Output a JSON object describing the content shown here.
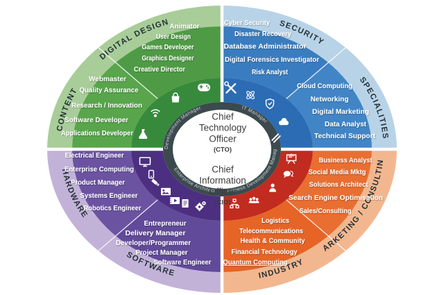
{
  "center_circle": {
    "cto": {
      "lines": [
        "Chief",
        "Technology",
        "Officer"
      ],
      "abbr": "(CTO)"
    },
    "cio": {
      "lines": [
        "Chief",
        "Information",
        "Officer"
      ],
      "abbr": "(CIO)"
    }
  },
  "management_ring": {
    "top_left": "Development Manager",
    "top_right": "IT Manager",
    "bottom_left": "Enterprise Architect",
    "bottom_right": "Business Development Manager"
  },
  "quadrants": {
    "digital_design": {
      "label": "DIGITAL DESIGN",
      "items": [
        "Animator",
        "User Design",
        "Games Developer",
        "Graphics Designer",
        "Creative Director"
      ]
    },
    "content": {
      "label": "CONTENT",
      "items": [
        "Webmaster",
        "Quality Assurance",
        "Research / Innovation",
        "Software Developer",
        "Applications Developer"
      ]
    },
    "security": {
      "label": "SECURITY",
      "items": [
        "Cyber Security",
        "Disaster Recovery",
        "Database Administrator",
        "Digital Forensics Investigator",
        "Risk Analyst"
      ]
    },
    "specialities": {
      "label": "SPECIALITIES",
      "items": [
        "Cloud Computing",
        "Networking",
        "Digital Marketing",
        "Data Analyst",
        "Technical Support"
      ]
    },
    "hardware": {
      "label": "HARDWARE",
      "items": [
        "Electrical Engineer",
        "Enterprise Computing",
        "Product Manager",
        "Systems Engineer",
        "Robotics Engineer"
      ]
    },
    "software": {
      "label": "SOFTWARE",
      "items": [
        "Entrepreneur",
        "Delivery Manager",
        "Developer/Programmer",
        "Project Manager",
        "Software Engineer"
      ]
    },
    "marketing_consulting": {
      "label": "MARKETING / CONSULTING",
      "items": [
        "Business Analyst",
        "Social Media Mktg",
        "Solutions Architect",
        "Search Engine Optimisation",
        "Sales/Consulting"
      ]
    },
    "industry": {
      "label": "INDUSTRY",
      "items": [
        "Logistics",
        "Telecommunications",
        "Health & Community",
        "Financial Technology",
        "Quantum Computing"
      ]
    }
  },
  "icons": {
    "green": [
      "shopping-bag",
      "game-controller",
      "podcast",
      "flask"
    ],
    "blue": [
      "tools",
      "atom",
      "shield-check",
      "cloud",
      "pens"
    ],
    "purple": [
      "monitor",
      "smartphone",
      "usb-drive",
      "image",
      "video-player",
      "document",
      "gears"
    ],
    "red": [
      "presentation",
      "chat",
      "person",
      "team",
      "sitemap"
    ]
  },
  "colors": {
    "green_light": "#a8cd99",
    "green_dd": "#4f9b45",
    "green_content": "#58a54c",
    "green_deep": "#378a3c",
    "blue_light": "#b8d3e7",
    "blue_security": "#3a7cc0",
    "blue_spec": "#4185c6",
    "blue_deep": "#2c6cb4",
    "purple_light": "#c3b2d8",
    "purple_hw": "#6b53a2",
    "purple_sw": "#614a99",
    "purple_deep": "#4c2f80",
    "orange_light": "#f3b78f",
    "orange_mkt": "#e96e31",
    "orange_ind": "#e66426",
    "red_deep": "#c22b1f",
    "slate": "#3c4a4e",
    "white": "#ffffff",
    "arc_label_text": "#263238",
    "center_text": "#3d3d3d",
    "ring_text": "#c9d4d8",
    "item_text": "#ffffff"
  }
}
